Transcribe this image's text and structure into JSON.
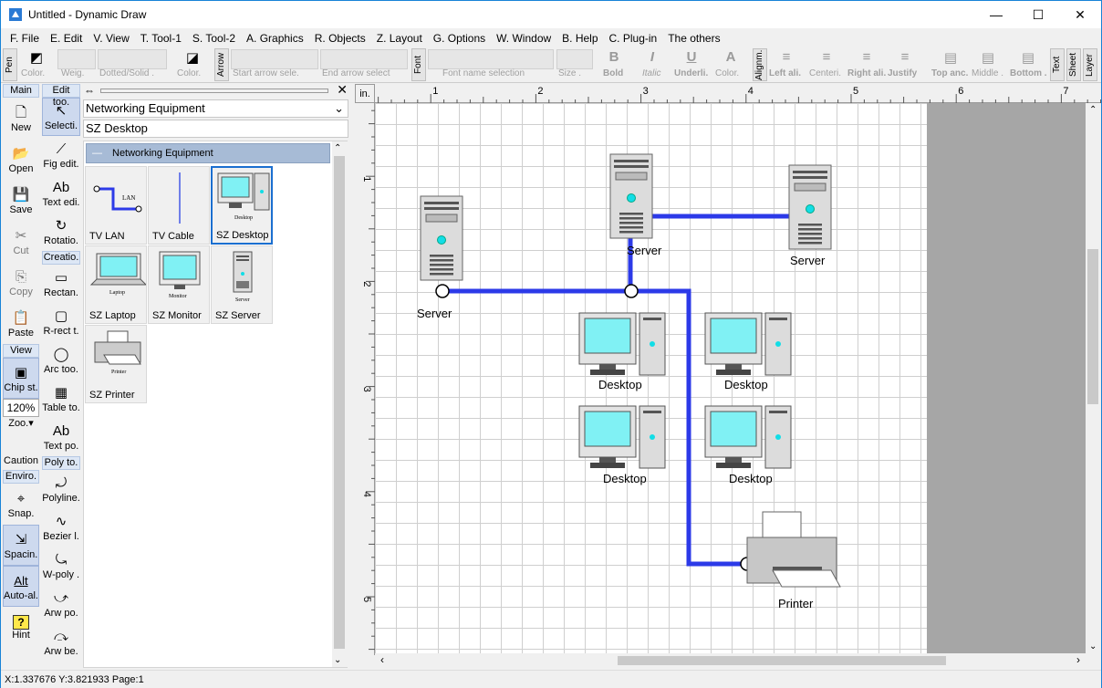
{
  "window": {
    "title": "Untitled - Dynamic Draw",
    "controls": [
      "—",
      "☐",
      "✕"
    ]
  },
  "menu": [
    "F. File",
    "E. Edit",
    "V. View",
    "T. Tool-1",
    "S. Tool-2",
    "A. Graphics",
    "R. Objects",
    "Z. Layout",
    "G. Options",
    "W. Window",
    "B. Help",
    "C. Plug-in",
    "The others"
  ],
  "toolbar": {
    "pen_tab": "Pen",
    "arrow_tab": "Arrow",
    "font_tab": "Font",
    "align_tab": "Alignm.",
    "text_tab": "Text",
    "sheet_tab": "Sheet",
    "layer_tab": "Layer",
    "color": "Color.",
    "weight": "Weig.",
    "dotted": "Dotted/Solid .",
    "color2": "Color.",
    "start_arrow": "Start arrow sele.",
    "end_arrow": "End arrow select",
    "font_name": "Font name selection",
    "size": "Size .",
    "bold": "Bold",
    "italic": "Italic",
    "underline": "Underli.",
    "color3": "Color.",
    "left_align": "Left ali.",
    "center": "Centeri.",
    "right_align": "Right ali.",
    "justify": "Justify",
    "top_anchor": "Top anc.",
    "middle": "Middle .",
    "bottom": "Bottom ."
  },
  "leftbar": {
    "main": "Main",
    "new": "New",
    "open": "Open",
    "save": "Save",
    "cut": "Cut",
    "copy": "Copy",
    "paste": "Paste",
    "view": "View",
    "chip": "Chip st.",
    "zoom_value": "120%",
    "zoom": "Zoo.",
    "caution": "Caution",
    "environ": "Enviro.",
    "snap": "Snap.",
    "spacing": "Spacin.",
    "alt": "Alt",
    "autoal": "Auto-al.",
    "hint": "Hint"
  },
  "edittools": {
    "header": "Edit too.",
    "selection": "Selecti.",
    "figedit": "Fig edit.",
    "textedit": "Text edi.",
    "rotation": "Rotatio.",
    "creation": "Creatio.",
    "rect": "Rectan.",
    "rrect": "R-rect t.",
    "arc": "Arc too.",
    "table": "Table to.",
    "textpo": "Text po.",
    "poly": "Poly to.",
    "polyline": "Polyline.",
    "bezier": "Bezier l.",
    "wpoly": "W-poly .",
    "arwpo": "Arw po.",
    "arwbe": "Arw be."
  },
  "palette": {
    "category": "Networking Equipment",
    "search": "SZ Desktop",
    "group": "Networking Equipment",
    "items": [
      {
        "label": "TV LAN",
        "lan_text": "LAN"
      },
      {
        "label": "TV Cable"
      },
      {
        "label": "SZ Desktop",
        "sub": "Desktop"
      },
      {
        "label": "SZ Laptop",
        "sub": "Laptop"
      },
      {
        "label": "SZ Monitor",
        "sub": "Monitor"
      },
      {
        "label": "SZ Server",
        "sub": "Server"
      },
      {
        "label": "SZ Printer",
        "sub": "Printer"
      }
    ]
  },
  "ruler": {
    "unit": "in.",
    "top": [
      "1",
      "2",
      "3",
      "4",
      "5",
      "6",
      "7"
    ],
    "left": [
      "1",
      "2",
      "3",
      "4",
      "5"
    ]
  },
  "diagram": {
    "labels": {
      "server_left": "Server",
      "server_mid": "Server",
      "server_right": "Server",
      "desktop1": "Desktop",
      "desktop2": "Desktop",
      "desktop3": "Desktop",
      "desktop4": "Desktop",
      "printer": "Printer"
    },
    "connector_color": "#2c3ae8"
  },
  "status": "X:1.337676 Y:3.821933 Page:1"
}
